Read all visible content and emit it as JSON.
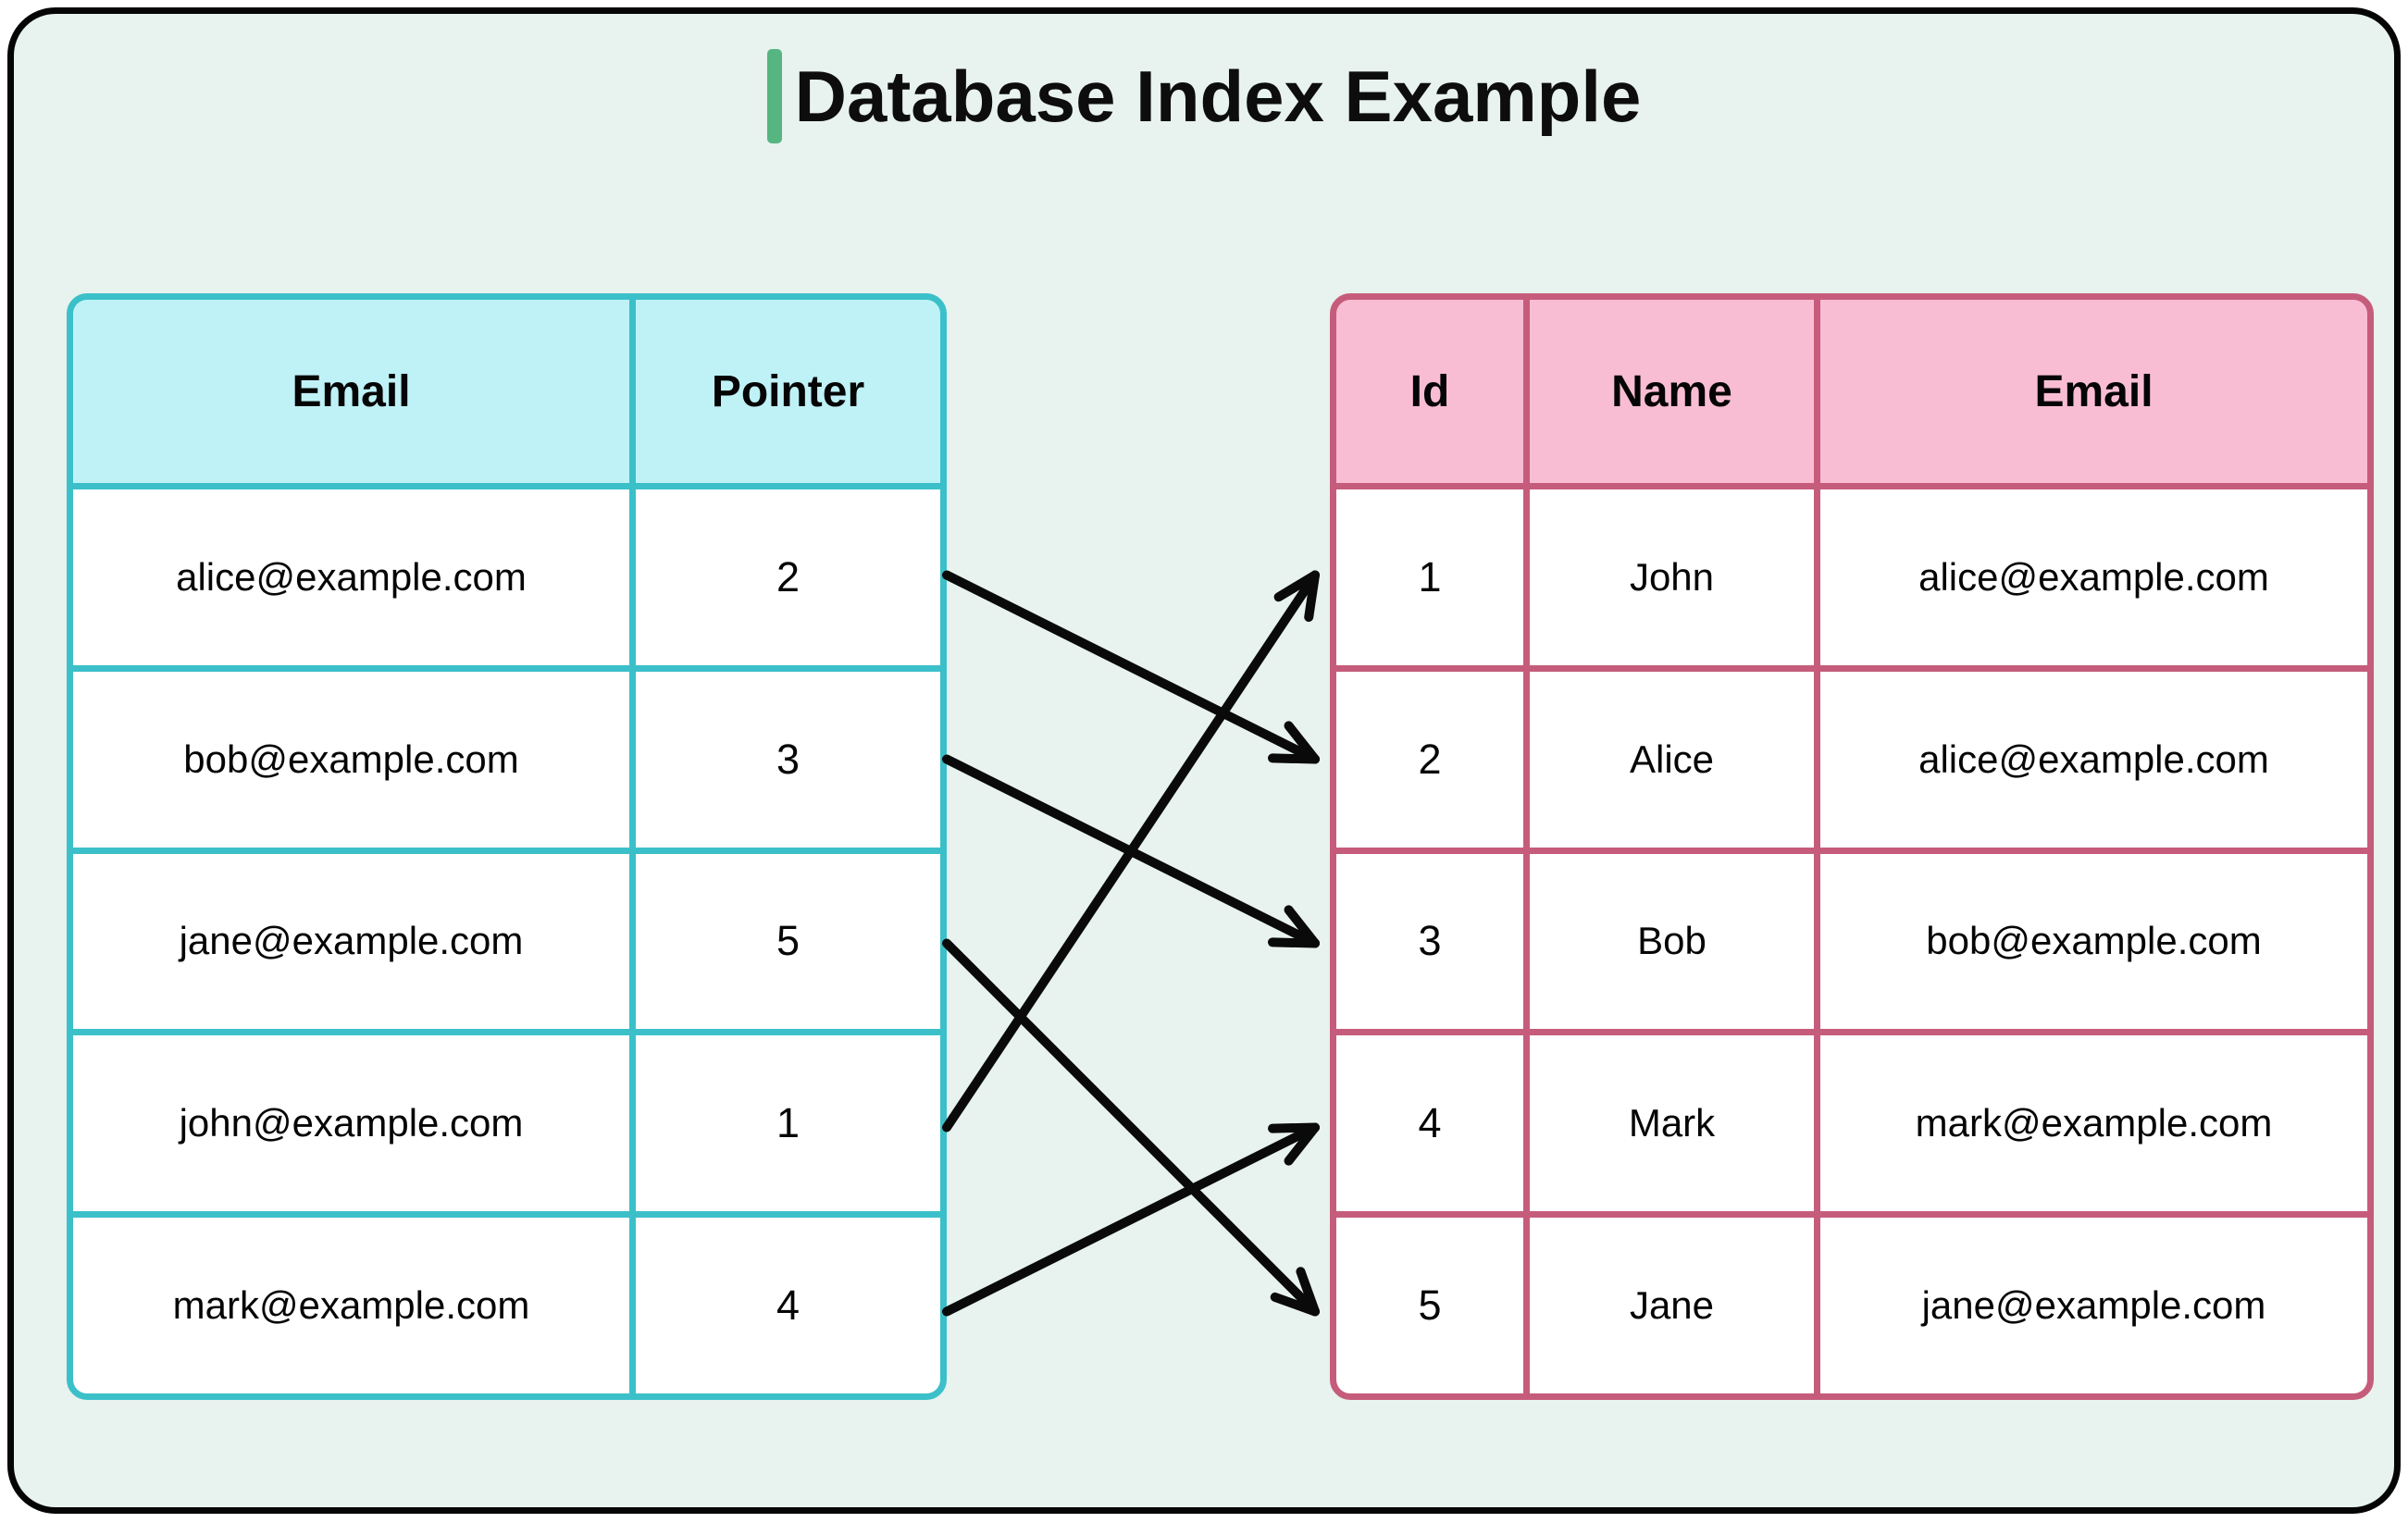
{
  "title": {
    "text": "Database Index Example"
  },
  "colors": {
    "card_background": "#e8f2ee",
    "card_border": "#050505",
    "title_accent": "#56b581",
    "index_table_border": "#3bc0c9",
    "index_table_header_fill": "#bff2f7",
    "data_table_border": "#c65c7c",
    "data_table_header_fill": "#f9bdd3",
    "arrow_color": "#0a0a0a"
  },
  "index_table": {
    "columns": [
      "Email",
      "Pointer"
    ],
    "rows": [
      {
        "email": "alice@example.com",
        "pointer": "2"
      },
      {
        "email": "bob@example.com",
        "pointer": "3"
      },
      {
        "email": "jane@example.com",
        "pointer": "5"
      },
      {
        "email": "john@example.com",
        "pointer": "1"
      },
      {
        "email": "mark@example.com",
        "pointer": "4"
      }
    ]
  },
  "data_table": {
    "columns": [
      "Id",
      "Name",
      "Email"
    ],
    "rows": [
      {
        "id": "1",
        "name": "John",
        "email": "alice@example.com"
      },
      {
        "id": "2",
        "name": "Alice",
        "email": "alice@example.com"
      },
      {
        "id": "3",
        "name": "Bob",
        "email": "bob@example.com"
      },
      {
        "id": "4",
        "name": "Mark",
        "email": "mark@example.com"
      },
      {
        "id": "5",
        "name": "Jane",
        "email": "jane@example.com"
      }
    ]
  },
  "arrows": [
    {
      "from_index_row": 1,
      "to_data_row": 2
    },
    {
      "from_index_row": 2,
      "to_data_row": 3
    },
    {
      "from_index_row": 3,
      "to_data_row": 5
    },
    {
      "from_index_row": 4,
      "to_data_row": 1
    },
    {
      "from_index_row": 5,
      "to_data_row": 4
    }
  ]
}
